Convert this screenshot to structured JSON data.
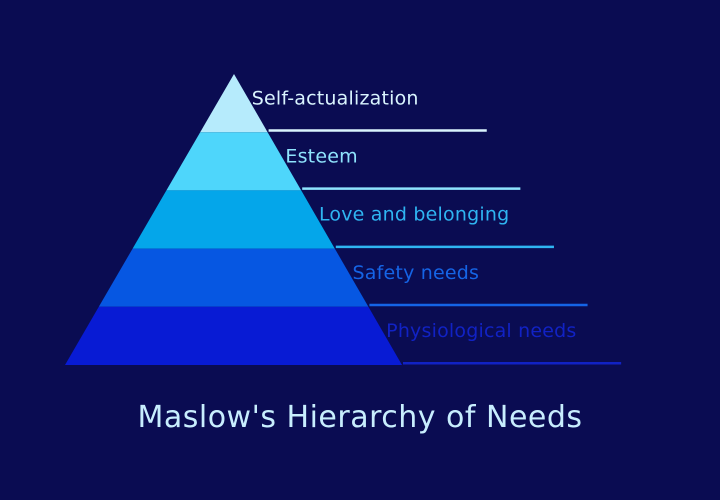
{
  "diagram": {
    "title": "Maslow's Hierarchy of Needs",
    "levels": [
      {
        "label": "Self-actualization",
        "color": "#b6ebfc",
        "label_color": "#d9f4fe",
        "line_color": "#d9f4fe"
      },
      {
        "label": "Esteem",
        "color": "#4ed6fb",
        "label_color": "#8fe4fd",
        "line_color": "#8fe4fd"
      },
      {
        "label": "Love and belonging",
        "color": "#04a6ea",
        "label_color": "#2fb5f2",
        "line_color": "#2fb5f2"
      },
      {
        "label": "Safety needs",
        "color": "#0657e2",
        "label_color": "#1564e6",
        "line_color": "#1564e6"
      },
      {
        "label": "Physiological needs",
        "color": "#081bd4",
        "label_color": "#1122c4",
        "line_color": "#1122c4"
      }
    ],
    "background_color": "#0a0c52"
  }
}
